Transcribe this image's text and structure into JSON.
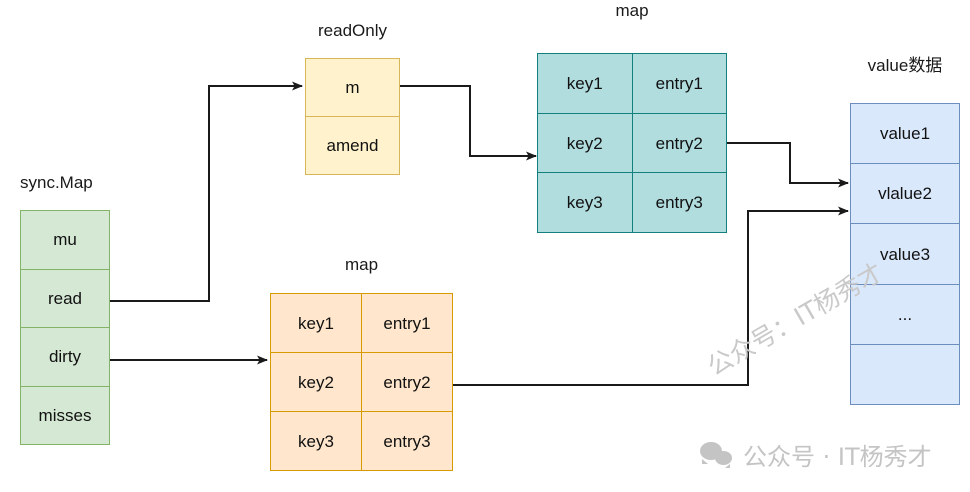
{
  "diagram": {
    "title_sync_map": "sync.Map",
    "title_read_only": "readOnly",
    "title_map_read": "map",
    "title_map_dirty": "map",
    "title_value": "value数据",
    "sync_map_fields": [
      "mu",
      "read",
      "dirty",
      "misses"
    ],
    "read_only_fields": [
      "m",
      "amend"
    ],
    "read_map_rows": [
      [
        "key1",
        "entry1"
      ],
      [
        "key2",
        "entry2"
      ],
      [
        "key3",
        "entry3"
      ]
    ],
    "dirty_map_rows": [
      [
        "key1",
        "entry1"
      ],
      [
        "key2",
        "entry2"
      ],
      [
        "key3",
        "entry3"
      ]
    ],
    "value_cells": [
      "value1",
      "vlalue2",
      "value3",
      "...",
      ""
    ],
    "colors": {
      "green_fill": "#d5e8d4",
      "green_stroke": "#82b366",
      "yellow_fill": "#fff2cc",
      "yellow_stroke": "#d6b656",
      "teal_fill": "#b1ddde",
      "teal_stroke": "#12817d",
      "orange_fill": "#ffe6cc",
      "orange_stroke": "#d79b00",
      "blue_fill": "#dae8fc",
      "blue_stroke": "#6c8ebf",
      "edge": "#1a1a1a"
    }
  },
  "watermark": {
    "diagonal": "公众号：IT杨秀才",
    "bottom": "公众号 · IT杨秀才"
  }
}
